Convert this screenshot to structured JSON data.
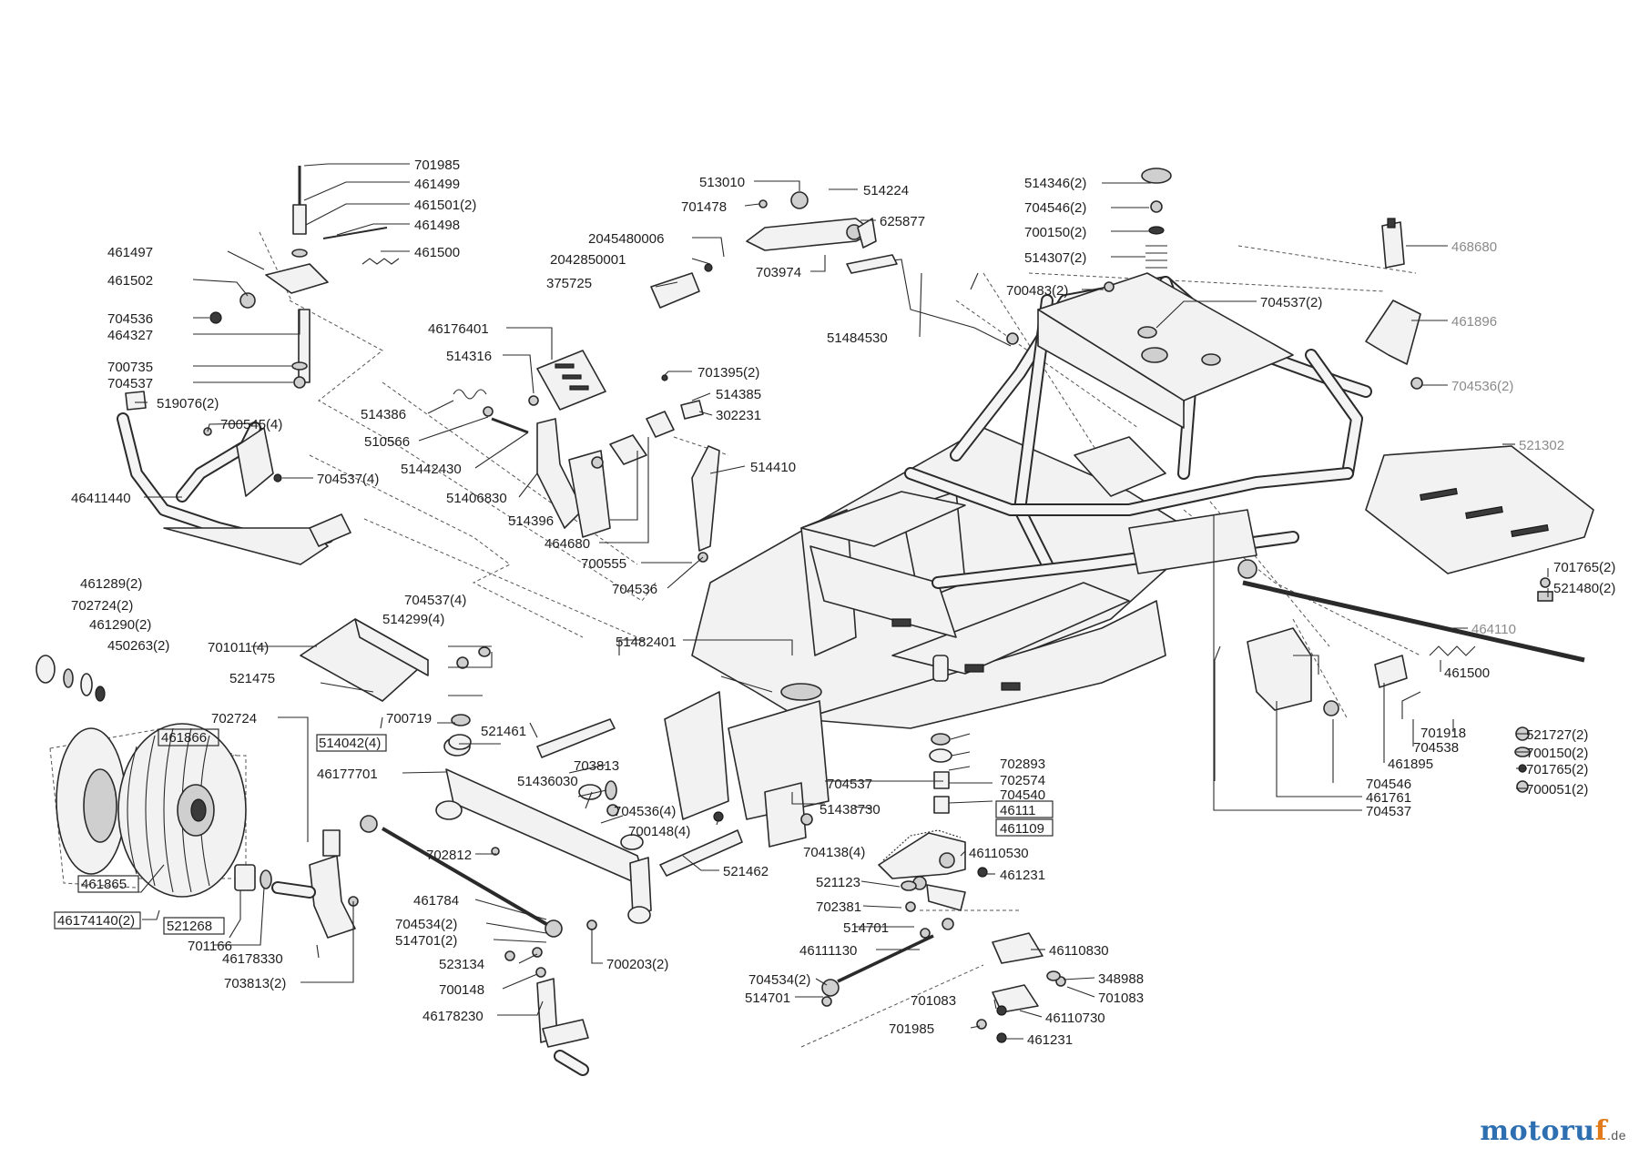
{
  "brand": {
    "name_a": "motoru",
    "name_b": "f",
    "tld": ".de"
  },
  "labels": {
    "p701985": "701985",
    "p461499": "461499",
    "p461501": "461501(2)",
    "p461498": "461498",
    "p461497": "461497",
    "p461500a": "461500",
    "p461502": "461502",
    "p704536a": "704536",
    "p464327": "464327",
    "p700735": "700735",
    "p704537a": "704537",
    "p519076": "519076(2)",
    "p700545": "700545(4)",
    "p704537b": "704537(4)",
    "p46411440": "46411440",
    "p513010": "513010",
    "p514224": "514224",
    "p701478": "701478",
    "p625877": "625877",
    "p2045480006": "2045480006",
    "p2042850001": "2042850001",
    "p703974": "703974",
    "p375725": "375725",
    "p51484530": "51484530",
    "p46176401": "46176401",
    "p514316": "514316",
    "p514386": "514386",
    "p510566": "510566",
    "p51442430": "51442430",
    "p51406830": "51406830",
    "p514396": "514396",
    "p464680": "464680",
    "p700555": "700555",
    "p704536b": "704536",
    "p701395": "701395(2)",
    "p514385": "514385",
    "p302231": "302231",
    "p514410": "514410",
    "p514346": "514346(2)",
    "p704546a": "704546(2)",
    "p700150a": "700150(2)",
    "p514307": "514307(2)",
    "p700483": "700483(2)",
    "p704537c": "704537(2)",
    "p468680": "468680",
    "p461896": "461896",
    "p704536c": "704536(2)",
    "p521302": "521302",
    "p701765a": "701765(2)",
    "p521480": "521480(2)",
    "p464110": "464110",
    "p461289": "461289(2)",
    "p702724a": "702724(2)",
    "p461290": "461290(2)",
    "p450263": "450263(2)",
    "p701011": "701011(4)",
    "p704537d": "704537(4)",
    "p514299": "514299(4)",
    "p521475": "521475",
    "p51482401": "51482401",
    "p702724b": "702724",
    "p461866": "461866",
    "p700719": "700719",
    "p514042": "514042(4)",
    "p521461": "521461",
    "p46177701": "46177701",
    "p703813a": "703813",
    "p51436030": "51436030",
    "p704537e": "704537",
    "p51438730": "51438730",
    "p704536d": "704536(4)",
    "p700148a": "700148(4)",
    "p704138": "704138(4)",
    "p521462": "521462",
    "p702812": "702812",
    "p461865": "461865",
    "p46174140": "46174140(2)",
    "p521268": "521268",
    "p701166": "701166",
    "p46178330": "46178330",
    "p703813b": "703813(2)",
    "p461784": "461784",
    "p704534a": "704534(2)",
    "p514701a": "514701(2)",
    "p700203": "700203(2)",
    "p523134": "523134",
    "p700148b": "700148",
    "p46178230": "46178230",
    "p702893": "702893",
    "p702574": "702574",
    "p704540": "704540",
    "p46111": "46111",
    "p461109": "461109",
    "p46110530": "46110530",
    "p521123": "521123",
    "p461231a": "461231",
    "p702381": "702381",
    "p514701b": "514701",
    "p46111130": "46111130",
    "p46110830": "46110830",
    "p704534b": "704534(2)",
    "p348988": "348988",
    "p514701c": "514701",
    "p701083a": "701083",
    "p701083b": "701083",
    "p46110730": "46110730",
    "p701985b": "701985",
    "p461231b": "461231",
    "p461500b": "461500",
    "p701918": "701918",
    "p704538": "704538",
    "p461895": "461895",
    "p704546b": "704546",
    "p461761": "461761",
    "p704537f": "704537",
    "p521727": "521727(2)",
    "p700150b": "700150(2)",
    "p701765b": "701765(2)",
    "p700051": "700051(2)"
  }
}
